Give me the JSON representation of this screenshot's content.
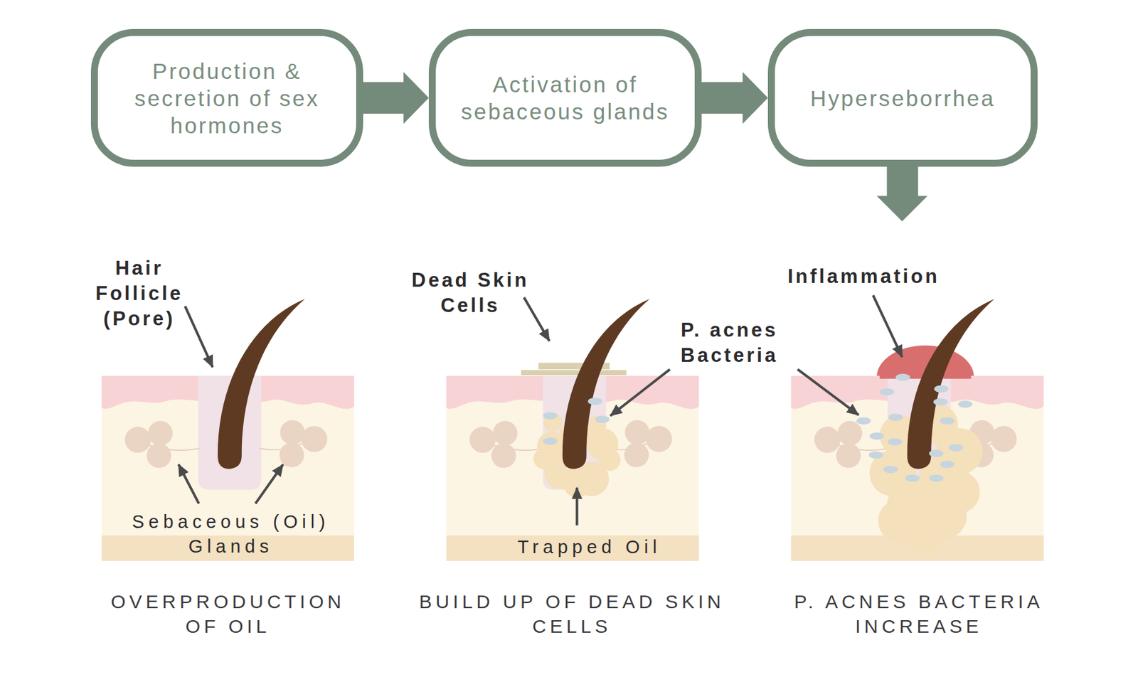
{
  "diagram": {
    "nodes": [
      {
        "text": [
          "Production & secretion of sex hormones"
        ]
      },
      {
        "text": [
          "Activation of sebaceous glands"
        ]
      },
      {
        "text": [
          "Hyperseborrhea"
        ]
      }
    ],
    "edges": [
      {
        "from": 0,
        "to": 1,
        "arrow": "to"
      },
      {
        "from": 1,
        "to": 2,
        "arrow": "to"
      }
    ],
    "labels": [
      "Hair Follicle (Pore)",
      "Sebaceous (Oil) Glands",
      "Dead Skin Cells",
      "P. acnes Bacteria",
      "Trapped Oil",
      "Inflammation",
      "OVERPRODUCTION OF OIL",
      "BUILD UP OF DEAD SKIN CELLS",
      "P. ACNES BACTERIA INCREASE"
    ]
  }
}
